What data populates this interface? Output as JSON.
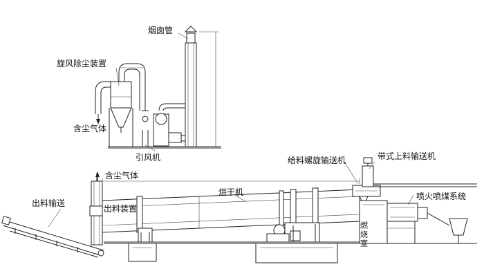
{
  "labels": {
    "chimney": "烟囱管",
    "cyclone": "旋风除尘装置",
    "dusty_gas_top": "含尘气体",
    "induced_fan": "引风机",
    "screw_feeder": "给料螺旋输送机",
    "belt_conveyor": "带式上料输送机",
    "dusty_gas_bottom": "含尘气体",
    "dryer": "烘干机",
    "discharge_conveyor": "出料输送",
    "discharge_device": "出料装置",
    "coal_injection": "喷火喷煤系统",
    "combustion_chamber": "燃烧室"
  },
  "colors": {
    "line": "#222222",
    "background": "#ffffff"
  }
}
